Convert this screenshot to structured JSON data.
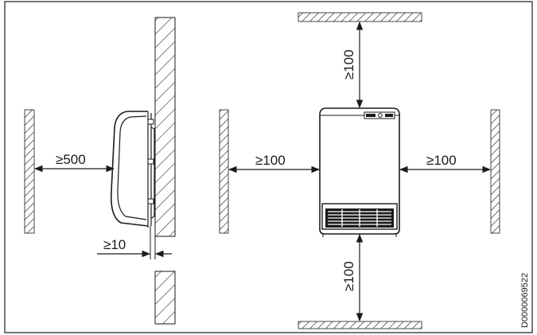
{
  "diagram": {
    "document_code": "D0000069522",
    "clearances": {
      "front": "≥500",
      "rear_gap": "≥10",
      "left": "≥100",
      "right": "≥100",
      "top": "≥100",
      "bottom": "≥100"
    }
  },
  "colors": {
    "line": "#1a1a1a",
    "hatch": "#555555",
    "wall_fill": "#c8c8c8"
  }
}
